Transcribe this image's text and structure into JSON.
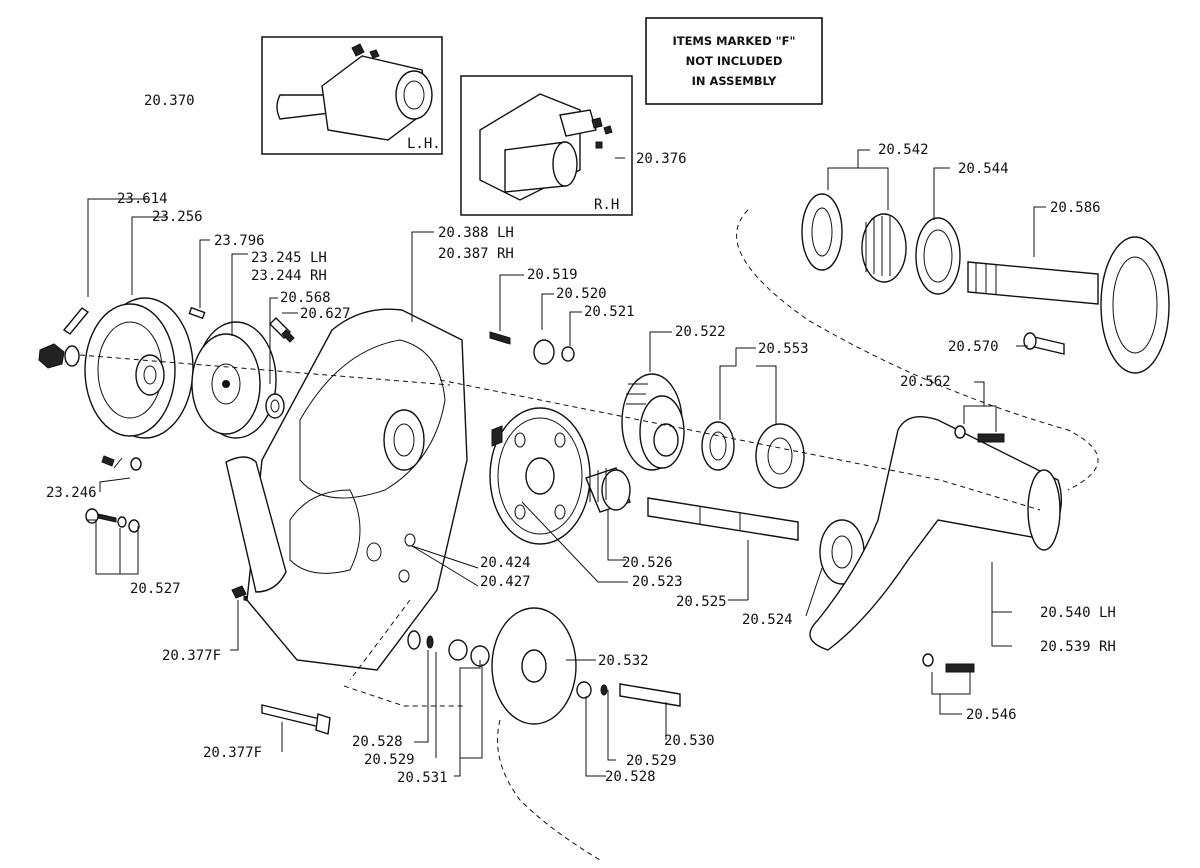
{
  "notice": {
    "line1": "ITEMS MARKED \"F\"",
    "line2": "NOT INCLUDED",
    "line3": "IN ASSEMBLY"
  },
  "insets": {
    "lh_tag": "L.H.",
    "rh_tag": "R.H"
  },
  "part_numbers": {
    "p20_370": "20.370",
    "p20_376": "20.376",
    "p23_614": "23.614",
    "p23_256": "23.256",
    "p23_796": "23.796",
    "p23_245": "23.245 LH",
    "p23_244": "23.244 RH",
    "p20_568": "20.568",
    "p20_627": "20.627",
    "p20_388": "20.388 LH",
    "p20_387": "20.387 RH",
    "p20_519": "20.519",
    "p20_520": "20.520",
    "p20_521": "20.521",
    "p20_522": "20.522",
    "p20_553": "20.553",
    "p20_542": "20.542",
    "p20_544": "20.544",
    "p20_586": "20.586",
    "p20_570": "20.570",
    "p20_562": "20.562",
    "p23_246": "23.246",
    "p20_527": "20.527",
    "p20_377f_a": "20.377F",
    "p20_377f_b": "20.377F",
    "p20_424": "20.424",
    "p20_427": "20.427",
    "p20_526": "20.526",
    "p20_523": "20.523",
    "p20_525": "20.525",
    "p20_524": "20.524",
    "p20_540": "20.540 LH",
    "p20_539": "20.539 RH",
    "p20_546": "20.546",
    "p20_532": "20.532",
    "p20_530": "20.530",
    "p20_529_a": "20.529",
    "p20_529_b": "20.529",
    "p20_528_a": "20.528",
    "p20_528_b": "20.528",
    "p20_531": "20.531"
  }
}
